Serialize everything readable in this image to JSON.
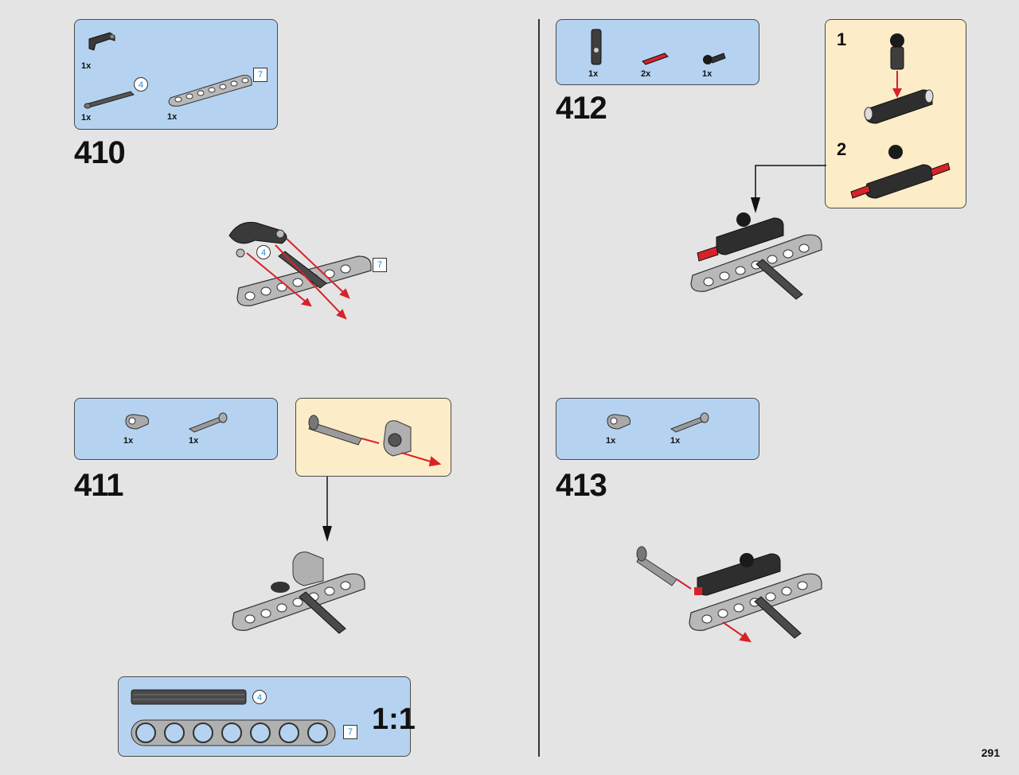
{
  "page_number": "291",
  "steps": {
    "s410": {
      "number": "410",
      "parts": [
        {
          "qty": "1x"
        },
        {
          "qty": "1x",
          "callout": "4"
        },
        {
          "qty": "1x",
          "callout": "7"
        }
      ],
      "callouts": [
        "4",
        "7"
      ]
    },
    "s411": {
      "number": "411",
      "parts": [
        {
          "qty": "1x"
        },
        {
          "qty": "1x"
        }
      ]
    },
    "s412": {
      "number": "412",
      "parts": [
        {
          "qty": "1x"
        },
        {
          "qty": "2x"
        },
        {
          "qty": "1x"
        }
      ],
      "substeps": [
        "1",
        "2"
      ]
    },
    "s413": {
      "number": "413",
      "parts": [
        {
          "qty": "1x"
        },
        {
          "qty": "1x"
        }
      ]
    }
  },
  "scale_box": {
    "ratio": "1:1",
    "axle_callout": "4",
    "beam_callout": "7",
    "holes": 7
  },
  "colors": {
    "panel_blue": "#b5d3f0",
    "panel_cream": "#fdecc8",
    "arrow_red": "#d8222a",
    "callout_blue": "#1b8fd0"
  }
}
